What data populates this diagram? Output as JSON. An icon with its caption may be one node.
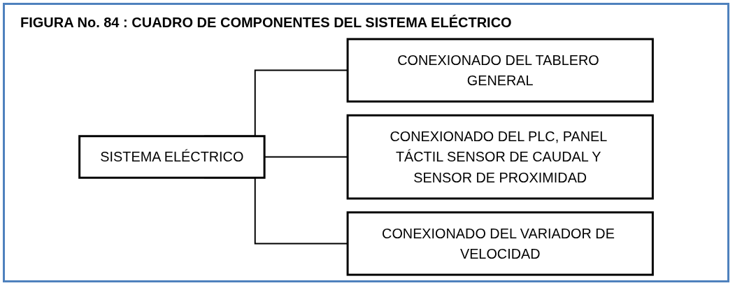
{
  "diagram": {
    "title": "FIGURA No. 84 : CUADRO DE COMPONENTES DEL SISTEMA ELÉCTRICO",
    "nodes": [
      {
        "text": [
          "SISTEMA ELÉCTRICO"
        ]
      },
      {
        "text": [
          "CONEXIONADO DEL TABLERO GENERAL"
        ]
      },
      {
        "text": [
          "CONEXIONADO DEL PLC, PANEL TÁCTIL SENSOR DE CAUDAL Y SENSOR DE PROXIMIDAD"
        ]
      },
      {
        "text": [
          "CONEXIONADO DEL VARIADOR DE VELOCIDAD"
        ]
      }
    ],
    "edges": [
      {
        "from": 0,
        "to": 1,
        "arrow": "none"
      },
      {
        "from": 0,
        "to": 2,
        "arrow": "none"
      },
      {
        "from": 0,
        "to": 3,
        "arrow": "none"
      }
    ]
  }
}
